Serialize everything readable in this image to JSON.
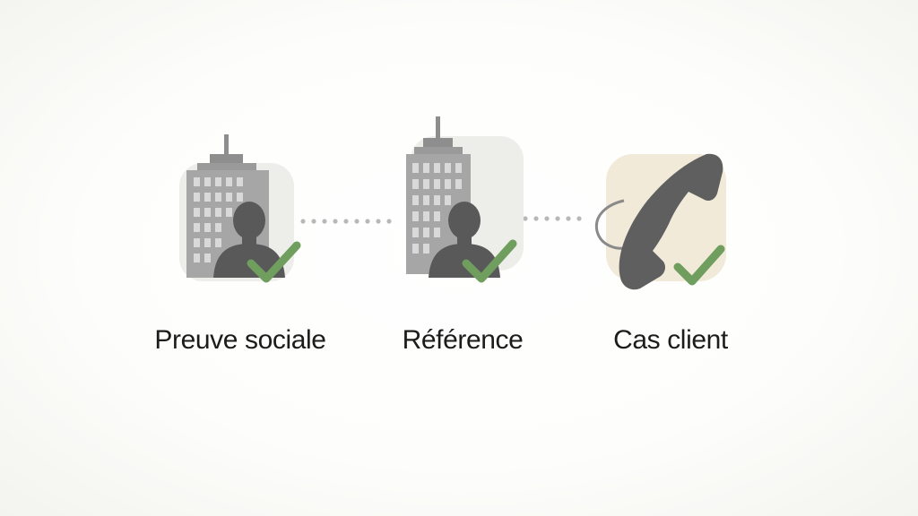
{
  "steps": [
    {
      "icon": "building-person-check-icon",
      "label": "Preuve sociale"
    },
    {
      "icon": "building-person-check-icon",
      "label": "Référence"
    },
    {
      "icon": "phone-check-icon",
      "label": "Cas client"
    }
  ],
  "colors": {
    "building": "#a6a6a6",
    "building_top": "#8e8e8e",
    "window": "#d9d9d9",
    "person": "#595959",
    "check": "#6f9e5e",
    "backdrop": "#ededea",
    "phone_backdrop": "#f1ead9",
    "phone": "#5f5f5f",
    "dots": "#b8b8b8"
  }
}
